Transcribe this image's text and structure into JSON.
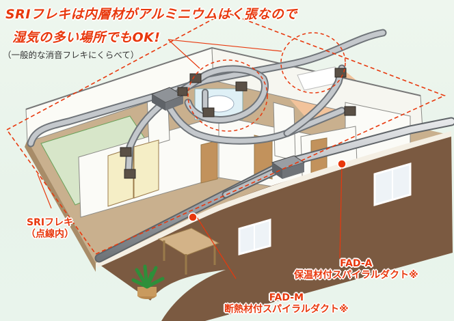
{
  "headline": {
    "line1": "SRIフレキは内層材がアルミニウムはく張なので",
    "line2": "湿気の多い場所でもOK!",
    "note": "（一般的な消音フレキにくらべて）"
  },
  "callouts": {
    "sri": {
      "title": "SRIフレキ",
      "sub": "（点線内）"
    },
    "fad_a": {
      "title": "FAD-A",
      "sub": "保温材付スパイラルダクト※"
    },
    "fad_m": {
      "title": "FAD-M",
      "sub": "断熱材付スパイラルダクト※"
    }
  },
  "colors": {
    "accent": "#e8380d",
    "duct": "#a9adb2",
    "floor": "#c9b08e",
    "wall_brown": "#7b5a41",
    "background": "#eef6ee"
  }
}
